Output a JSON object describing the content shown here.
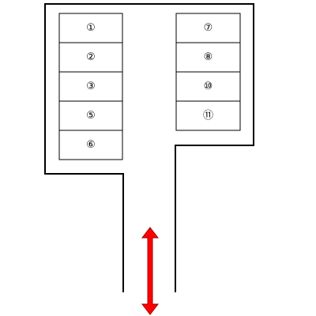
{
  "parking_lot": {
    "left_column": [
      {
        "label": "①"
      },
      {
        "label": "②"
      },
      {
        "label": "③"
      },
      {
        "label": "⑤"
      },
      {
        "label": "⑥"
      }
    ],
    "right_column": [
      {
        "label": "⑦"
      },
      {
        "label": "⑧"
      },
      {
        "label": "⑩"
      },
      {
        "label": "⑪"
      }
    ]
  },
  "entrance_arrow": {
    "icon": "double-headed-arrow-icon",
    "color": "#ff0000",
    "outline_color": "#a00000"
  },
  "colors": {
    "outline": "#000000",
    "background": "#ffffff"
  }
}
